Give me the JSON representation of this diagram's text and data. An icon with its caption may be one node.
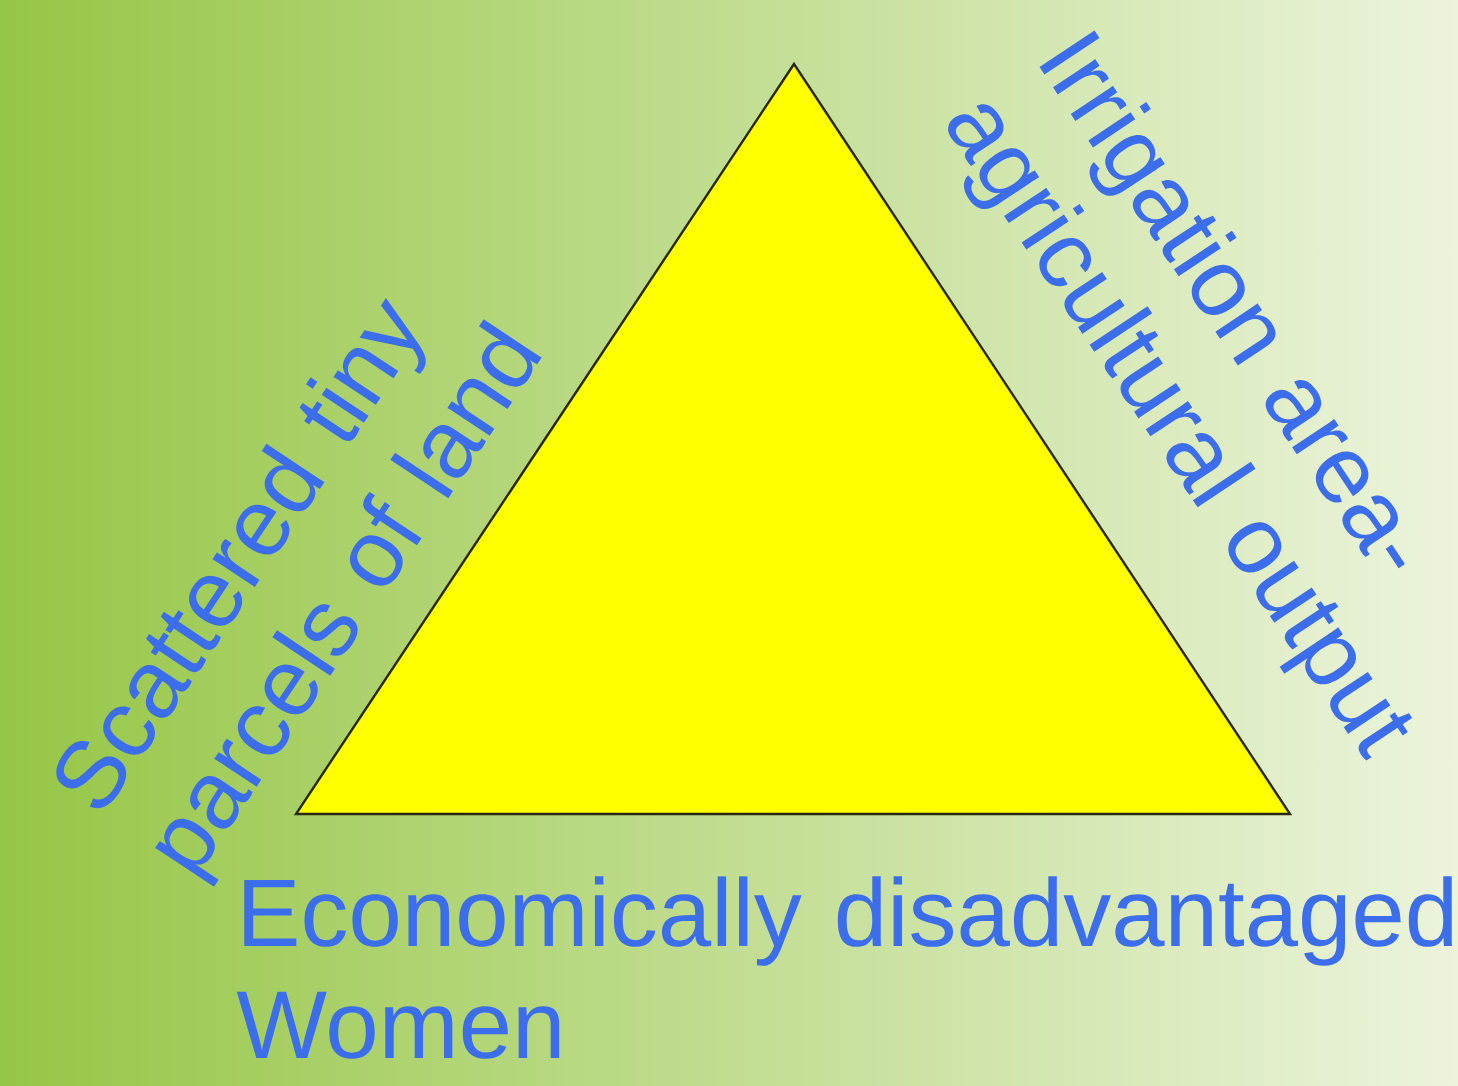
{
  "diagram": {
    "nodes": [
      {
        "text": [],
        "shape": "triangle",
        "beside": [
          "Scattered tiny parcels of land",
          "Irrigation area- agricultural output",
          "Economically disadvantaged Women"
        ]
      }
    ],
    "edges": []
  }
}
